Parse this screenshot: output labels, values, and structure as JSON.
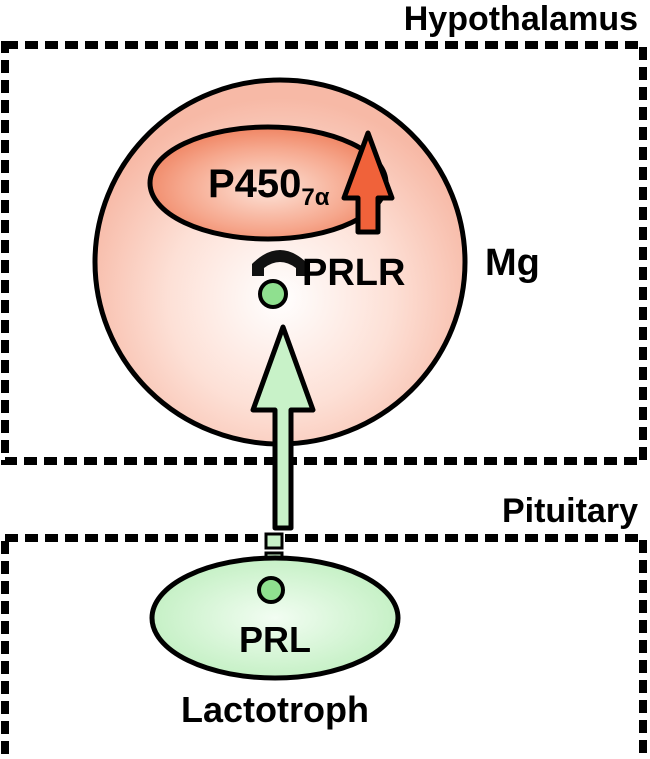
{
  "regions": {
    "hypothalamus": "Hypothalamus",
    "pituitary": "Pituitary"
  },
  "cells": {
    "magnocellular": "Mg",
    "lactotroph": "Lactotroph"
  },
  "molecules": {
    "enzyme_main": "P450",
    "enzyme_sub": "7α",
    "receptor": "PRLR",
    "hormone": "PRL"
  },
  "colors": {
    "border": "#000000",
    "cell_pink": "#f9c2b3",
    "enzyme_orange": "#f07a55",
    "up_arrow": "#f0623a",
    "green_fill": "#c8f2c8",
    "green_dot": "#8fe08f"
  }
}
